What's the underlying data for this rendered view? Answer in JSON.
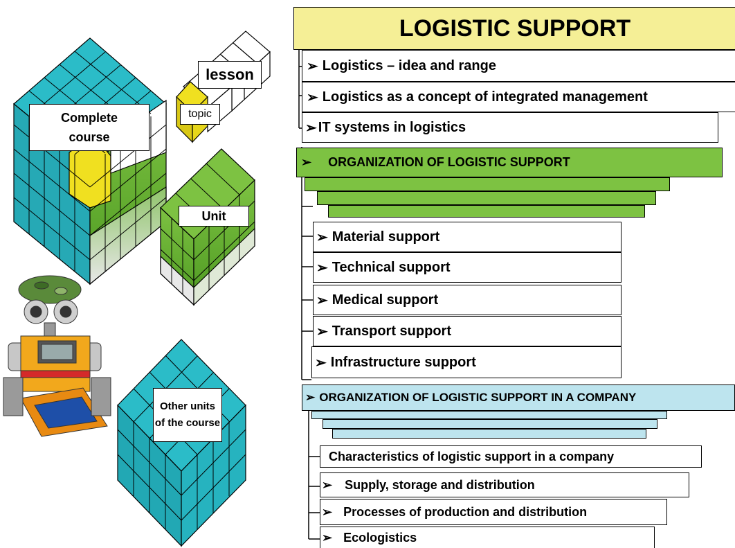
{
  "colors": {
    "title_bg": "#f5ef96",
    "green": "#7dc242",
    "green_dark": "#5a9a2a",
    "blue_light": "#bde4ee",
    "cyan": "#29bcc8",
    "yellow": "#f0e020"
  },
  "illustration": {
    "complete_course": "Complete course",
    "lesson": "lesson",
    "topic": "topic",
    "unit": "Unit",
    "other_units": "Other units of the course"
  },
  "main": {
    "title": "LOGISTIC SUPPORT",
    "items": [
      "Logistics – idea and range",
      "Logistics as a concept of integrated management",
      "IT systems in logistics"
    ]
  },
  "org": {
    "header": "ORGANIZATION OF LOGISTIC SUPPORT",
    "items": [
      "Material support",
      "Technical support",
      "Medical support",
      "Transport support",
      "Infrastructure support"
    ]
  },
  "company": {
    "header": "ORGANIZATION OF LOGISTIC SUPPORT IN A COMPANY",
    "characteristics": "Characteristics of logistic support in a company",
    "items": [
      "Supply, storage and distribution",
      "Processes of production and distribution",
      "Ecologistics"
    ]
  }
}
